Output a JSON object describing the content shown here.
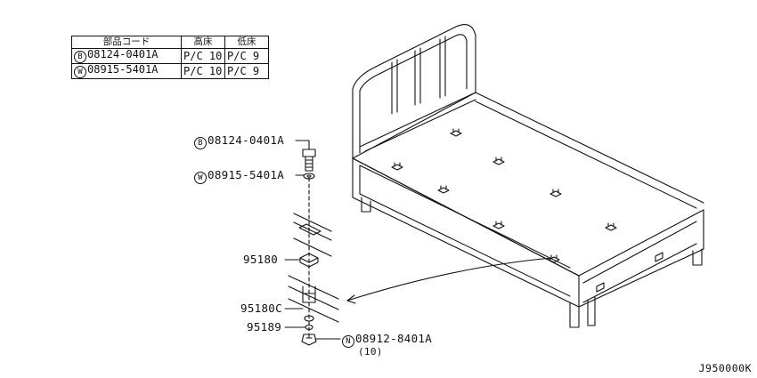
{
  "parts_table": {
    "headers": [
      "部品コード",
      "高床",
      "低床"
    ],
    "rows": [
      {
        "mark": "B",
        "code": "08124-0401A",
        "high": "P/C 10",
        "low": "P/C 9"
      },
      {
        "mark": "W",
        "code": "08915-5401A",
        "high": "P/C 10",
        "low": "P/C 9"
      }
    ]
  },
  "callouts": {
    "bolt": {
      "mark": "B",
      "code": "08124-0401A"
    },
    "washer": {
      "mark": "W",
      "code": "08915-5401A"
    },
    "bracket": "95180",
    "clip": "95180C",
    "lock_washer": "95189",
    "nut": {
      "mark": "N",
      "code": "08912-8401A",
      "qty": "(10)"
    }
  },
  "diagram_code": "J950000K"
}
